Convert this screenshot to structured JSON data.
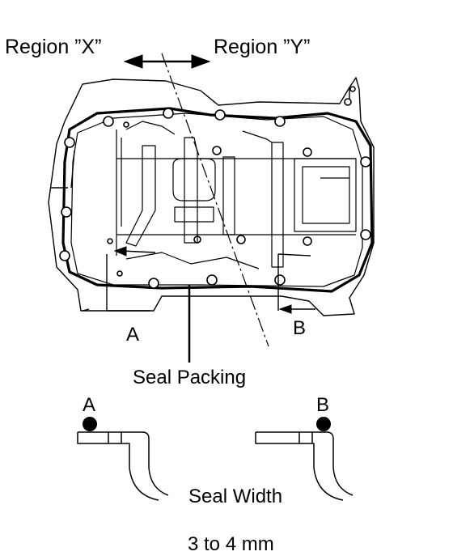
{
  "labels": {
    "region_x": "Region ”X”",
    "region_y": "Region ”Y”",
    "point_a": "A",
    "point_b": "B",
    "seal_packing": "Seal Packing",
    "detail_a": "A",
    "detail_b": "B",
    "seal_width": "Seal Width",
    "seal_width_value": "3 to 4 mm"
  },
  "colors": {
    "ink": "#000000",
    "background": "#ffffff"
  }
}
